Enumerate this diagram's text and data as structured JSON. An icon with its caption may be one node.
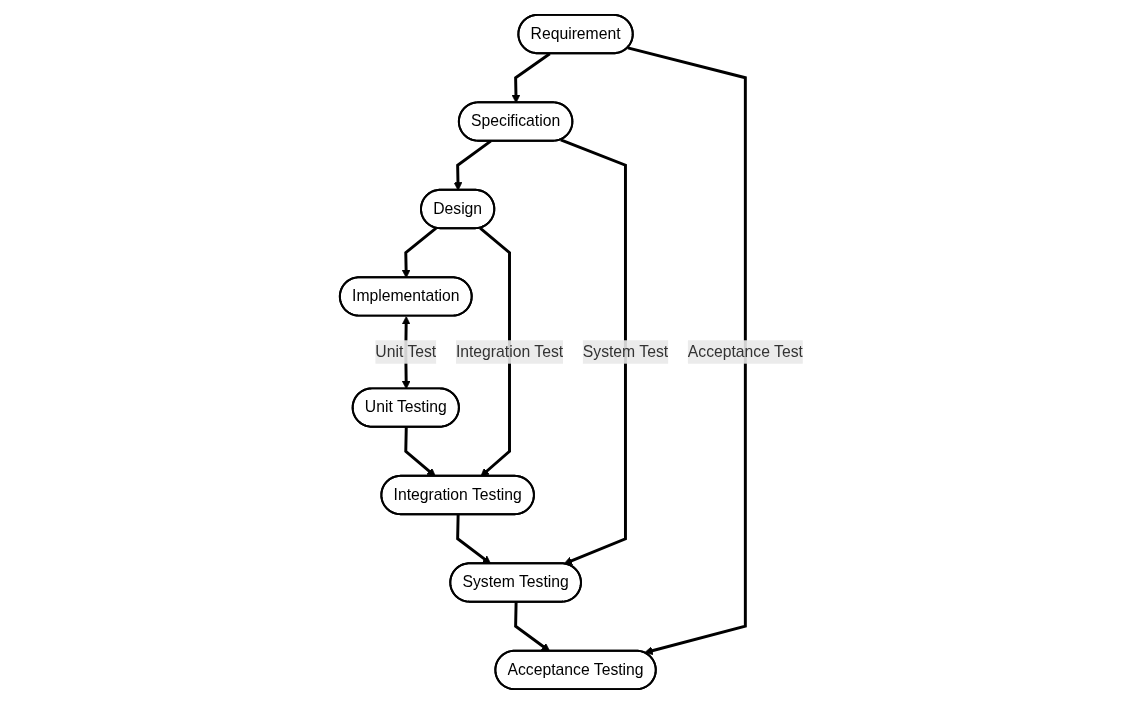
{
  "diagram": {
    "nodes": [
      {
        "text": [
          "Requirement"
        ]
      },
      {
        "text": [
          "Specification"
        ]
      },
      {
        "text": [
          "Design"
        ]
      },
      {
        "text": [
          "Implementation"
        ]
      },
      {
        "text": [
          "Unit Testing"
        ]
      },
      {
        "text": [
          "Integration Testing"
        ]
      },
      {
        "text": [
          "System Testing"
        ]
      },
      {
        "text": [
          "Acceptance Testing"
        ]
      }
    ],
    "edges": [
      {
        "from": 0,
        "to": 1,
        "arrow": "to"
      },
      {
        "from": 1,
        "to": 2,
        "arrow": "to"
      },
      {
        "from": 2,
        "to": 3,
        "arrow": "to"
      },
      {
        "from": 3,
        "to": 4,
        "arrow": "both",
        "label": "Unit Test"
      },
      {
        "from": 4,
        "to": 5,
        "arrow": "to"
      },
      {
        "from": 5,
        "to": 6,
        "arrow": "to"
      },
      {
        "from": 6,
        "to": 7,
        "arrow": "to"
      },
      {
        "from": 2,
        "to": 5,
        "arrow": "to",
        "label": "Integration Test"
      },
      {
        "from": 1,
        "to": 6,
        "arrow": "to",
        "label": "System Test"
      },
      {
        "from": 0,
        "to": 7,
        "arrow": "to",
        "label": "Acceptance Test"
      }
    ]
  }
}
